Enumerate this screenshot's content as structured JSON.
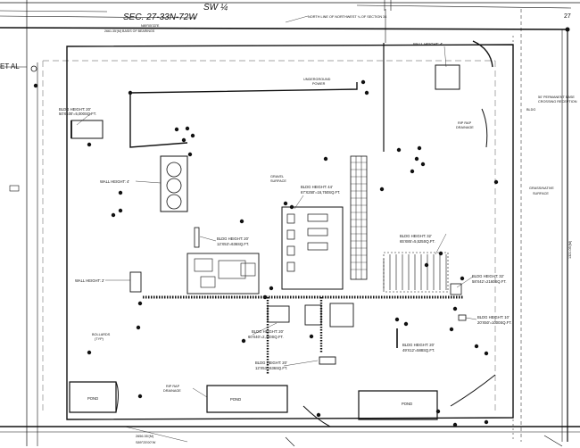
{
  "header": {
    "quarter": "SW ¼",
    "section": "SEC. 27-33N-72W",
    "corner_number": "27",
    "street_fragment": "ET AL"
  },
  "survey": {
    "north_line_note": "NORTH LINE OF NORTHWEST ¼ OF SECTION 34",
    "bearing_text": "N89°05'33\"E",
    "basis_of_bearings": "2661.35'(M) BASIS OF BEARINGS",
    "south_dim_1": "2656.35'(M)",
    "south_dim_2": "S89°25'00\"W",
    "east_dim": "1321.05'(M)"
  },
  "labels": {
    "bldg_nw": [
      "BLDG HEIGHT: 20'",
      "50'X100'=5,000SQ.FT."
    ],
    "wall_tr": "WALL HEIGHT: 4'",
    "underground": [
      "UNDERGROUND",
      "POWER"
    ],
    "easement": [
      "50' PERMANENT EASE",
      "CROSSING RECEPTION"
    ],
    "bldg_abbr": "BLDG",
    "riprap_top": [
      "RIP RAP",
      "DRAINAGE"
    ],
    "gravel": [
      "GRAVEL",
      "SURFACE"
    ],
    "bldg_center": [
      "BLDG HEIGHT: 44'",
      "67'X250'=16,750SQ.FT."
    ],
    "wall_left": "WALL HEIGHT: 4'",
    "grass": [
      "GRASS/NATIVE",
      "SURFACE"
    ],
    "bldg_small": [
      "BLDG HEIGHT: 20'",
      "12'X53'=636SQ.FT."
    ],
    "bldg_right1": [
      "BLDG HEIGHT: 32'",
      "65'X85'=5,525SQ.FT."
    ],
    "bldg_right2": [
      "BLDG HEIGHT: 32'",
      "58'X42'=2160SQ.FT."
    ],
    "wall_mid": "WALL HEIGHT: 2'",
    "bldg_10": [
      "BLDG HEIGHT: 10'",
      "20'X50'=1000SQ.FT."
    ],
    "bollards": [
      "BOLLARDS",
      "(TYP)"
    ],
    "bldg_lc": [
      "BLDG HEIGHT: 20'",
      "60'X40'=2,400SQ.FT."
    ],
    "bldg_20b": [
      "BLDG HEIGHT: 20'",
      "49'X12'=588SQ.FT."
    ],
    "bldg_bottom": [
      "BLDG HEIGHT: 20'",
      "12'X53'=636SQ.FT."
    ],
    "riprap_bottom": [
      "RIP RAP",
      "DRAINAGE"
    ],
    "pond_1": "POND",
    "pond_2": "POND",
    "pond_3": "POND"
  },
  "colors": {
    "ink": "#111111",
    "paper": "#ffffff",
    "faint": "#9a9a9a"
  }
}
